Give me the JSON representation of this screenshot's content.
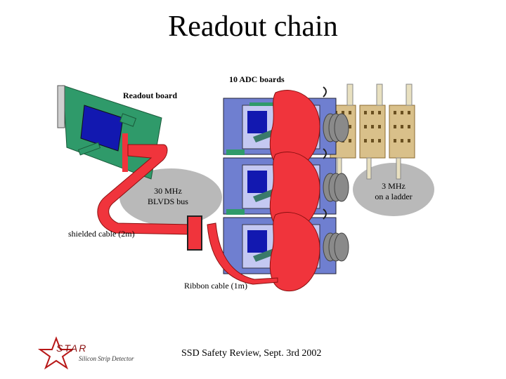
{
  "title": "Readout chain",
  "labels": {
    "adc_boards": "10 ADC boards",
    "readout_board": "Readout board",
    "bus_line1": "30 MHz",
    "bus_line2": "BLVDS bus",
    "ladder_line1": "3 MHz",
    "ladder_line2": "on a ladder",
    "shielded_cable": "shielded cable (2m)",
    "ribbon_cable": "Ribbon cable (1m)"
  },
  "footer": "SSD Safety Review, Sept. 3rd 2002",
  "logo": {
    "name": "STAR",
    "subtitle": "Silicon Strip Detector",
    "icon": "star-logo-icon"
  },
  "colors": {
    "cable_red": "#f0343c",
    "board_green": "#2f9a6a",
    "chip_blue": "#1218b0",
    "ellipse_gray": "#b9b9b9",
    "ladder_tan": "#d9c08a",
    "crate_blue": "#6f7fd0"
  }
}
